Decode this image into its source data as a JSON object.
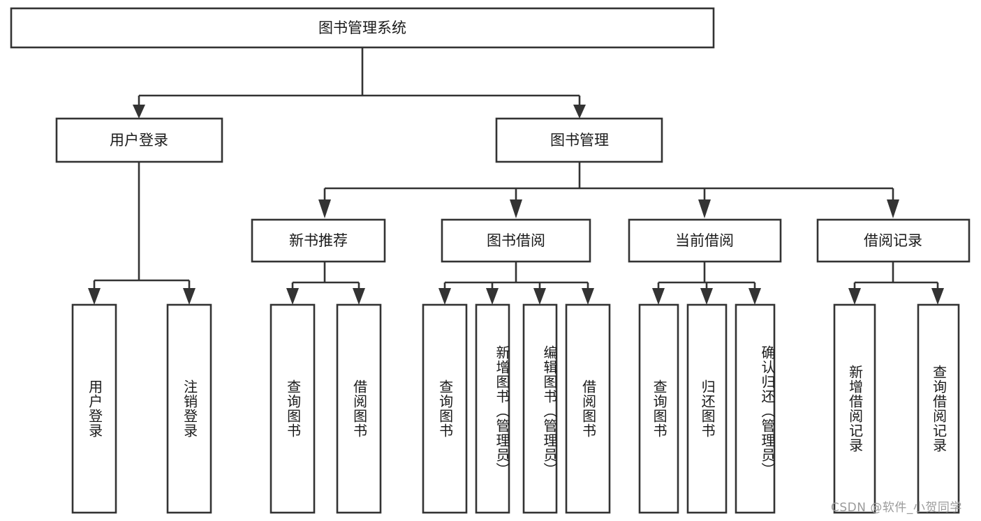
{
  "diagram": {
    "type": "tree",
    "title": "图书管理系统",
    "orientation": "top-down",
    "accent_color": "#333333",
    "background_color": "#ffffff",
    "root": {
      "id": "root",
      "label": "图书管理系统"
    },
    "level2": [
      {
        "id": "user-login",
        "label": "用户登录"
      },
      {
        "id": "book-manage",
        "label": "图书管理"
      }
    ],
    "level3": [
      {
        "id": "new-book-rec",
        "label": "新书推荐",
        "parent": "book-manage"
      },
      {
        "id": "book-borrow",
        "label": "图书借阅",
        "parent": "book-manage"
      },
      {
        "id": "current-borrow",
        "label": "当前借阅",
        "parent": "book-manage"
      },
      {
        "id": "borrow-record",
        "label": "借阅记录",
        "parent": "book-manage"
      }
    ],
    "leaves": {
      "user-login": [
        {
          "id": "leaf-user-login",
          "label": "用户登录"
        },
        {
          "id": "leaf-user-logout",
          "label": "注销登录"
        }
      ],
      "new-book-rec": [
        {
          "id": "leaf-query-book-1",
          "label": "查询图书"
        },
        {
          "id": "leaf-borrow-book-1",
          "label": "借阅图书"
        }
      ],
      "book-borrow": [
        {
          "id": "leaf-query-book-2",
          "label": "查询图书"
        },
        {
          "id": "leaf-add-book",
          "label": "新增图书（管理员）"
        },
        {
          "id": "leaf-edit-book",
          "label": "编辑图书（管理员）"
        },
        {
          "id": "leaf-borrow-book-2",
          "label": "借阅图书"
        }
      ],
      "current-borrow": [
        {
          "id": "leaf-query-book-3",
          "label": "查询图书"
        },
        {
          "id": "leaf-return-book",
          "label": "归还图书"
        },
        {
          "id": "leaf-confirm-return",
          "label": "确认归还（管理员）"
        }
      ],
      "borrow-record": [
        {
          "id": "leaf-add-record",
          "label": "新增借阅记录"
        },
        {
          "id": "leaf-query-record",
          "label": "查询借阅记录"
        }
      ]
    }
  },
  "watermark": {
    "text": "CSDN @软件_小贺同学"
  }
}
